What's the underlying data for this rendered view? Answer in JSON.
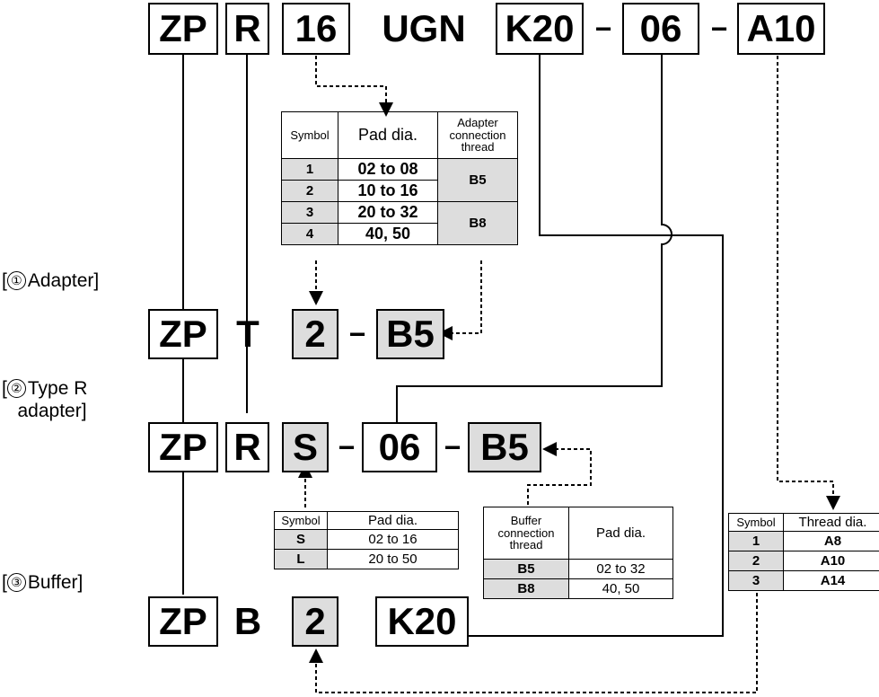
{
  "part_number": {
    "codes": [
      "ZP",
      "R",
      "16",
      "UGN",
      "K20",
      "06",
      "A10"
    ],
    "separators": [
      "−",
      "−"
    ]
  },
  "sections": [
    {
      "num": "①",
      "label": "Adapter]",
      "prefix": "["
    },
    {
      "num": "②",
      "label": "Type R\n   adapter]",
      "prefix": "["
    },
    {
      "num": "③",
      "label": "Buffer]",
      "prefix": "["
    }
  ],
  "adapter_row": {
    "codes": [
      "ZP",
      "T",
      "2",
      "B5"
    ],
    "separator": "−"
  },
  "type_r_row": {
    "codes": [
      "ZP",
      "R",
      "S",
      "06",
      "B5"
    ],
    "separators": [
      "−",
      "−"
    ]
  },
  "buffer_row": {
    "codes": [
      "ZP",
      "B",
      "2",
      "K20"
    ]
  },
  "adapter_table": {
    "headers": [
      "Symbol",
      "Pad dia.",
      "Adapter connection thread"
    ],
    "rows": [
      {
        "symbol": "1",
        "pad": "02 to 08"
      },
      {
        "symbol": "2",
        "pad": "10 to 16"
      },
      {
        "symbol": "3",
        "pad": "20 to 32"
      },
      {
        "symbol": "4",
        "pad": "40, 50"
      }
    ],
    "threads": [
      "B5",
      "B8"
    ]
  },
  "type_r_table": {
    "headers": [
      "Symbol",
      "Pad dia."
    ],
    "rows": [
      {
        "symbol": "S",
        "pad": "02 to 16"
      },
      {
        "symbol": "L",
        "pad": "20 to 50"
      }
    ]
  },
  "buffer_table": {
    "headers": [
      "Buffer connection thread",
      "Pad dia."
    ],
    "rows": [
      {
        "symbol": "B5",
        "pad": "02 to 32"
      },
      {
        "symbol": "B8",
        "pad": "40, 50"
      }
    ]
  },
  "thread_table": {
    "headers": [
      "Symbol",
      "Thread dia."
    ],
    "rows": [
      {
        "symbol": "1",
        "thread": "A8"
      },
      {
        "symbol": "2",
        "thread": "A10"
      },
      {
        "symbol": "3",
        "thread": "A14"
      }
    ]
  }
}
